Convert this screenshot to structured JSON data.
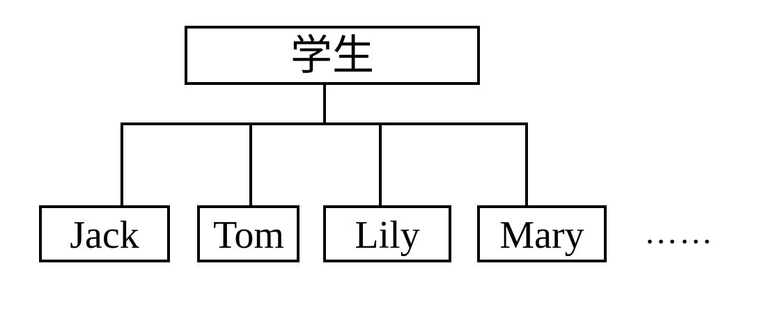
{
  "root": {
    "label": "学生"
  },
  "children": [
    {
      "label": "Jack"
    },
    {
      "label": "Tom"
    },
    {
      "label": "Lily"
    },
    {
      "label": "Mary"
    }
  ],
  "ellipsis": "……",
  "colors": {
    "stroke": "#000000",
    "background": "#ffffff"
  }
}
